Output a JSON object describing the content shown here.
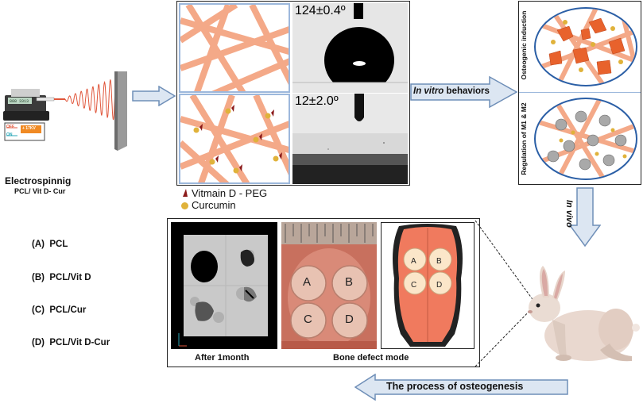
{
  "electrospinning": {
    "title": "Electrospinnig",
    "subtitle": "PCL/ Vit D- Cur",
    "device_display": "888 3313",
    "switch_off": "OFF",
    "switch_on": "ON",
    "voltage": "+ 17KV"
  },
  "contact_angle": {
    "top_value": "124±0.4º",
    "bottom_value": "12±2.0º"
  },
  "legend": {
    "vitamin_label": "Vitmain D - PEG",
    "curcumin_label": "Curcumin"
  },
  "in_vitro": {
    "arrow_label_italic": "In vitro",
    "arrow_label_rest": " behaviors",
    "top_panel_label": "Osteogenic induction",
    "bottom_panel_label": "Regulation of M1 & M2"
  },
  "in_vivo": {
    "arrow_label": "In vivo"
  },
  "groups": [
    {
      "label": "(A)  PCL"
    },
    {
      "label": "(B)  PCL/Vit D"
    },
    {
      "label": "(C)  PCL/Cur"
    },
    {
      "label": "(D)  PCL/Vit D-Cur"
    }
  ],
  "defects": {
    "a": "A",
    "b": "B",
    "c": "C",
    "d": "D"
  },
  "captions": {
    "after": "After 1month",
    "bone_defect": "Bone defect mode"
  },
  "osteogenesis_arrow": "The process of osteogenesis",
  "colors": {
    "fiber": "#f4a988",
    "arrow_fill": "#dce6f2",
    "arrow_stroke": "#6f8fb8",
    "spiral": "#e0563b",
    "cell_orange": "#e8622c",
    "cell_grey": "#a9a9a9",
    "curcumin": "#e0b23a",
    "vitamin": "#8b1a1a",
    "skull_red": "#f07a5e",
    "divider_blue": "#9db8dc"
  }
}
